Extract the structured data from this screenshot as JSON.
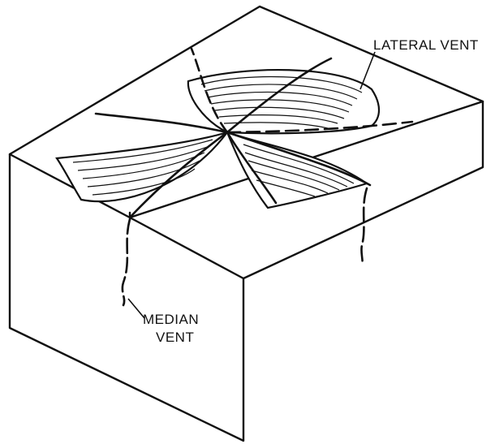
{
  "labels": {
    "lateral_vent": "LATERAL VENT",
    "median_vent_line1": "MEDIAN",
    "median_vent_line2": "VENT"
  },
  "colors": {
    "ink": "#111111",
    "background": "#ffffff"
  }
}
